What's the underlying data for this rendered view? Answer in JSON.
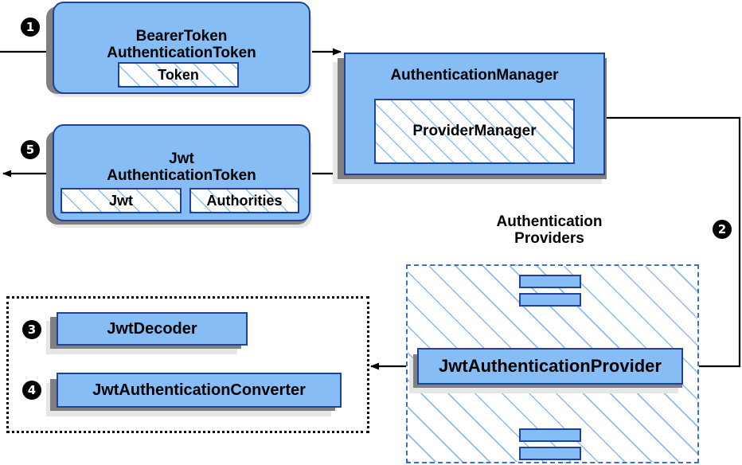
{
  "diagram": {
    "title": "Spring Security JWT Bearer Token Authentication Flow",
    "colors": {
      "box_fill": "#85BDF4",
      "box_border": "#21409A",
      "shadow_dark": "#808080",
      "shadow_light": "#e6e6e6",
      "providers_border": "#3F6FBF",
      "dotted_border": "#000000",
      "badge_fill": "#000000",
      "badge_text": "#ffffff",
      "connector": "#000000"
    }
  },
  "badges": [
    {
      "id": "step-1",
      "label": "❶",
      "number": "1"
    },
    {
      "id": "step-2",
      "label": "❷",
      "number": "2"
    },
    {
      "id": "step-3",
      "label": "❸",
      "number": "3"
    },
    {
      "id": "step-4",
      "label": "❹",
      "number": "4"
    },
    {
      "id": "step-5",
      "label": "❺",
      "number": "5"
    }
  ],
  "boxes": {
    "bearer_token": {
      "title": "BearerToken\nAuthenticationToken",
      "inner": [
        {
          "label": "Token"
        }
      ]
    },
    "jwt_token": {
      "title": "Jwt\nAuthenticationToken",
      "inner": [
        {
          "label": "Jwt"
        },
        {
          "label": "Authorities"
        }
      ]
    },
    "authentication_manager": {
      "title": "AuthenticationManager",
      "inner": [
        {
          "label": "ProviderManager"
        }
      ]
    },
    "jwt_authentication_provider": {
      "title": "JwtAuthenticationProvider"
    },
    "jwt_decoder": {
      "title": "JwtDecoder"
    },
    "jwt_authentication_converter": {
      "title": "JwtAuthenticationConverter"
    }
  },
  "captions": {
    "authentication_providers": "Authentication\nProviders"
  }
}
